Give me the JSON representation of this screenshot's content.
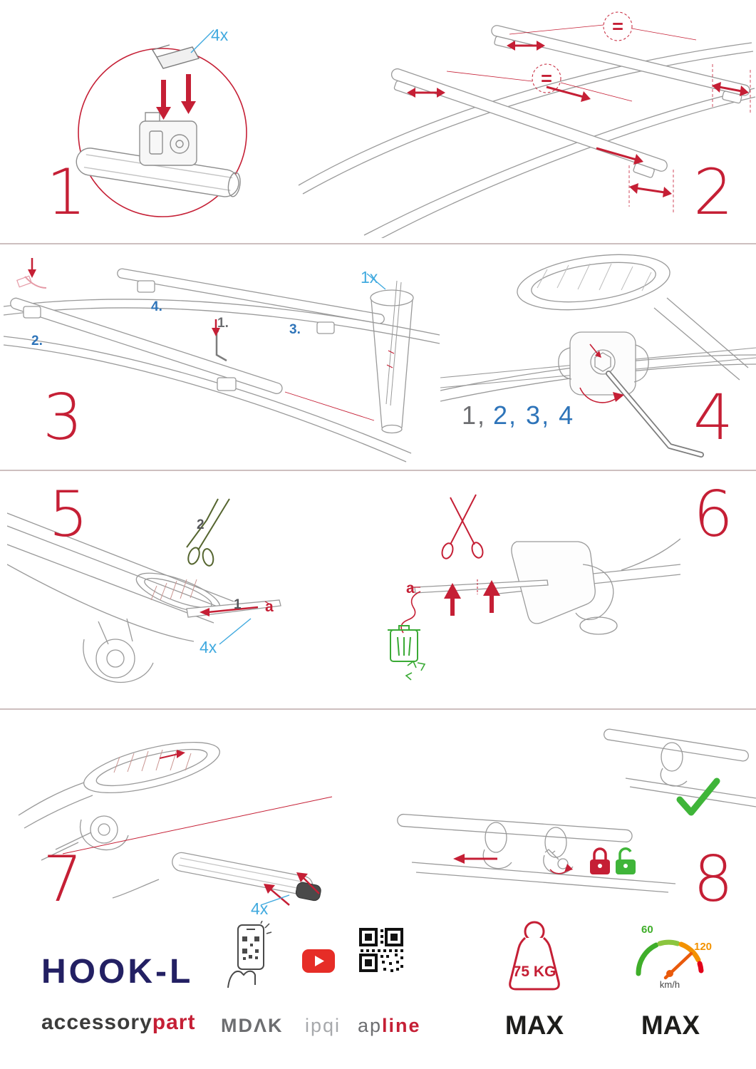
{
  "colors": {
    "accent_red": "#c51f35",
    "label_blue": "#41aadf",
    "step_blue": "#2e74b9",
    "navy": "#232063",
    "green": "#3fb539",
    "orange": "#f39200",
    "gray": "#6d6e71"
  },
  "steps": {
    "one": {
      "num": "1",
      "qty": "4x"
    },
    "two": {
      "num": "2",
      "eq": "="
    },
    "three": {
      "num": "3",
      "qty": "1x",
      "sub1": "1.",
      "sub2": "2.",
      "sub3": "3.",
      "sub4": "4."
    },
    "four": {
      "num": "4",
      "seq_first": "1,",
      "seq_rest": "2, 3, 4"
    },
    "five": {
      "num": "5",
      "qty": "4x",
      "mark1": "1",
      "mark2": "2",
      "mark_a": "a"
    },
    "six": {
      "num": "6",
      "mark_a": "a"
    },
    "seven": {
      "num": "7",
      "qty": "4x"
    },
    "eight": {
      "num": "8"
    }
  },
  "footer": {
    "product_name": "HOOK-L",
    "brand": {
      "first": "accessory",
      "second": "part"
    },
    "partners": {
      "mdak": "MDΛK",
      "ipqi": "ipqi",
      "apline_first": "ap",
      "apline_second": "line"
    },
    "weight": {
      "value": "75 KG",
      "max": "MAX"
    },
    "speed": {
      "low": "60",
      "high": "120",
      "unit": "km/h",
      "max": "MAX"
    }
  }
}
